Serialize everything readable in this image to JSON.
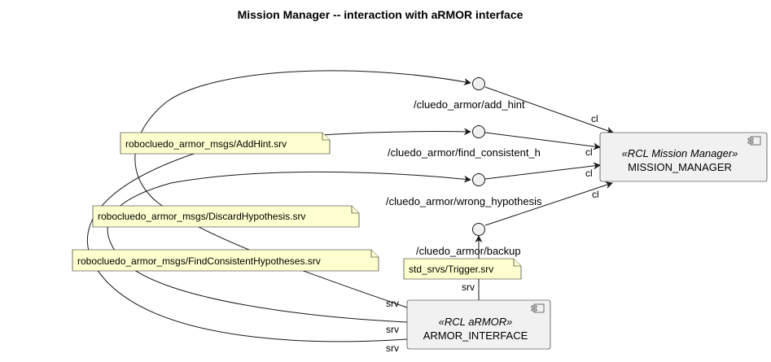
{
  "title": "Mission Manager -- interaction with aRMOR interface",
  "components": {
    "mission_manager": {
      "stereotype": "«RCL Mission Manager»",
      "name": "MISSION_MANAGER",
      "icon": "component-icon"
    },
    "armor_interface": {
      "stereotype": "«RCL aRMOR»",
      "name": "ARMOR_INTERFACE",
      "icon": "component-icon"
    }
  },
  "interfaces": {
    "add_hint": "/cluedo_armor/add_hint",
    "find_consistent_h": "/cluedo_armor/find_consistent_h",
    "wrong_hypothesis": "/cluedo_armor/wrong_hypothesis",
    "backup": "/cluedo_armor/backup"
  },
  "notes": {
    "add_hint": "robocluedo_armor_msgs/AddHint.srv",
    "discard_hypothesis": "robocluedo_armor_msgs/DiscardHypothesis.srv",
    "find_consistent": "robocluedo_armor_msgs/FindConsistentHypotheses.srv",
    "trigger": "std_srvs/Trigger.srv"
  },
  "edge_labels": {
    "cl": "cl",
    "srv": "srv"
  }
}
